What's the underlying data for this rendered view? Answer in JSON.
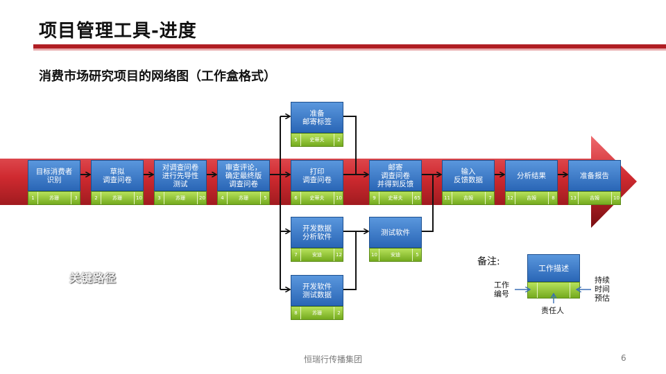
{
  "title": "项目管理工具-进度",
  "subtitle": "消费市场研究项目的网络图（工作盒格式）",
  "critical_path_label": "关键路径",
  "nodes": [
    {
      "id": 1,
      "name": "目标消费者\n识别",
      "person": "苏珊",
      "duration": "3"
    },
    {
      "id": 2,
      "name": "草拟\n调查问卷",
      "person": "苏珊",
      "duration": "10"
    },
    {
      "id": 3,
      "name": "对调查问卷\n进行先导性\n测试",
      "person": "苏珊",
      "duration": "20"
    },
    {
      "id": 4,
      "name": "审查评论，\n确定最终版\n调查问卷",
      "person": "苏珊",
      "duration": "5"
    },
    {
      "id": 5,
      "name": "准备\n邮寄标签",
      "person": "史蒂夫",
      "duration": "2"
    },
    {
      "id": 6,
      "name": "打印\n调查问卷",
      "person": "史蒂夫",
      "duration": "10"
    },
    {
      "id": 7,
      "name": "开发数据\n分析软件",
      "person": "安迪",
      "duration": "12"
    },
    {
      "id": 8,
      "name": "开发软件\n测试数据",
      "person": "苏珊",
      "duration": "2"
    },
    {
      "id": 9,
      "name": "邮寄\n调查问卷\n并得到反馈",
      "person": "史蒂夫",
      "duration": "65"
    },
    {
      "id": 10,
      "name": "测试软件",
      "person": "安迪",
      "duration": "5"
    },
    {
      "id": 11,
      "name": "输入\n反馈数据",
      "person": "吉姆",
      "duration": "7"
    },
    {
      "id": 12,
      "name": "分析结果",
      "person": "吉姆",
      "duration": "8"
    },
    {
      "id": 13,
      "name": "准备报告",
      "person": "吉姆",
      "duration": "10"
    }
  ],
  "legend": {
    "title": "备注:",
    "box_label": "工作描述",
    "left_label": "工作\n编号",
    "right_label": "持续\n时间\n预估",
    "bottom_label": "责任人"
  },
  "footer": "恒瑞行传播集团",
  "page_number": "6",
  "colors": {
    "accent": "#b01e23",
    "box_blue": "#2a66b6",
    "box_green": "#8cc63f",
    "arrow_red": "#c9252b"
  }
}
